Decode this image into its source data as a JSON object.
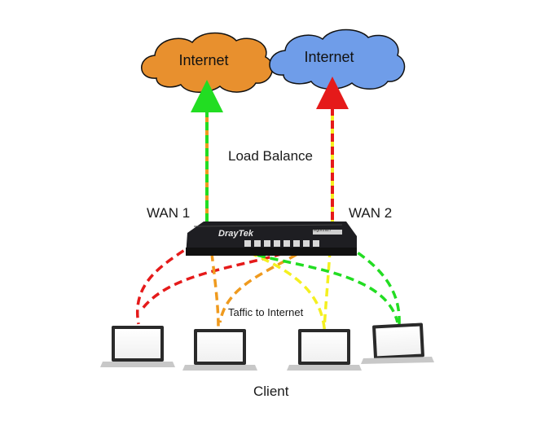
{
  "clouds": [
    {
      "label": "Internet",
      "color": "#e8902e"
    },
    {
      "label": "Internet",
      "color": "#6f9de9"
    }
  ],
  "labels": {
    "load_balance": "Load Balance",
    "wan1": "WAN 1",
    "wan2": "WAN 2",
    "traffic": "Taffic to Internet",
    "client": "Client"
  },
  "router": {
    "brand": "DrayTek",
    "model": "Vigor2927",
    "color": "#1e1e22"
  },
  "line_colors": {
    "green": "#22dd22",
    "orange": "#ef9a1e",
    "red": "#e51a1a",
    "yellow": "#f4f020"
  },
  "clients_count_visible": 4
}
